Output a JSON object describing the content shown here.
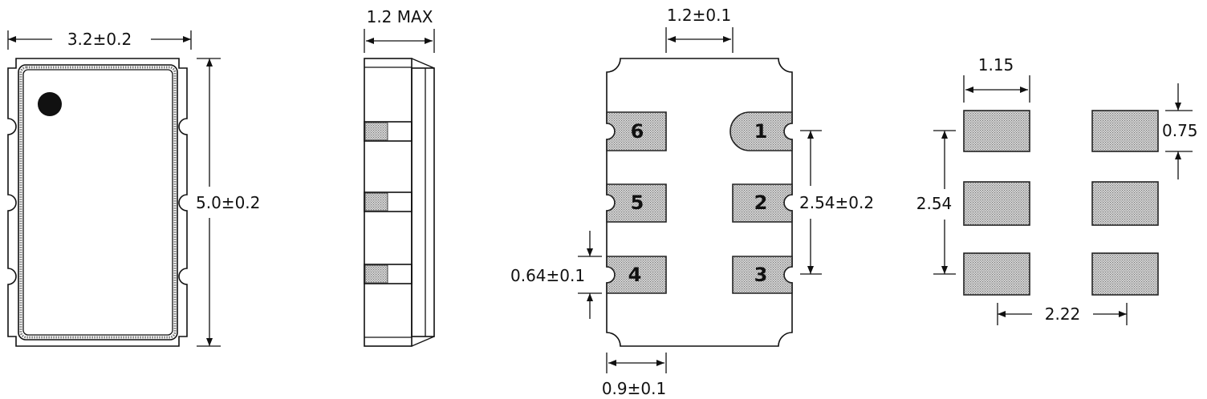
{
  "colors": {
    "ink": "#111111",
    "pad_fill": "#cfcfcf",
    "background": "#ffffff"
  },
  "top_view": {
    "width_label": "3.2±0.2",
    "height_label": "5.0±0.2"
  },
  "side_view": {
    "thickness_label": "1.2 MAX"
  },
  "bottom_view": {
    "pad_width_label": "1.2±0.1",
    "pitch_label": "2.54±0.2",
    "pad_height_label": "0.64±0.1",
    "pad_edge_label": "0.9±0.1",
    "pins": {
      "p1": "1",
      "p2": "2",
      "p3": "3",
      "p4": "4",
      "p5": "5",
      "p6": "6"
    }
  },
  "land_pattern": {
    "pad_width_label": "1.15",
    "pad_height_label": "0.75",
    "pitch_label": "2.54",
    "spacing_label": "2.22"
  }
}
